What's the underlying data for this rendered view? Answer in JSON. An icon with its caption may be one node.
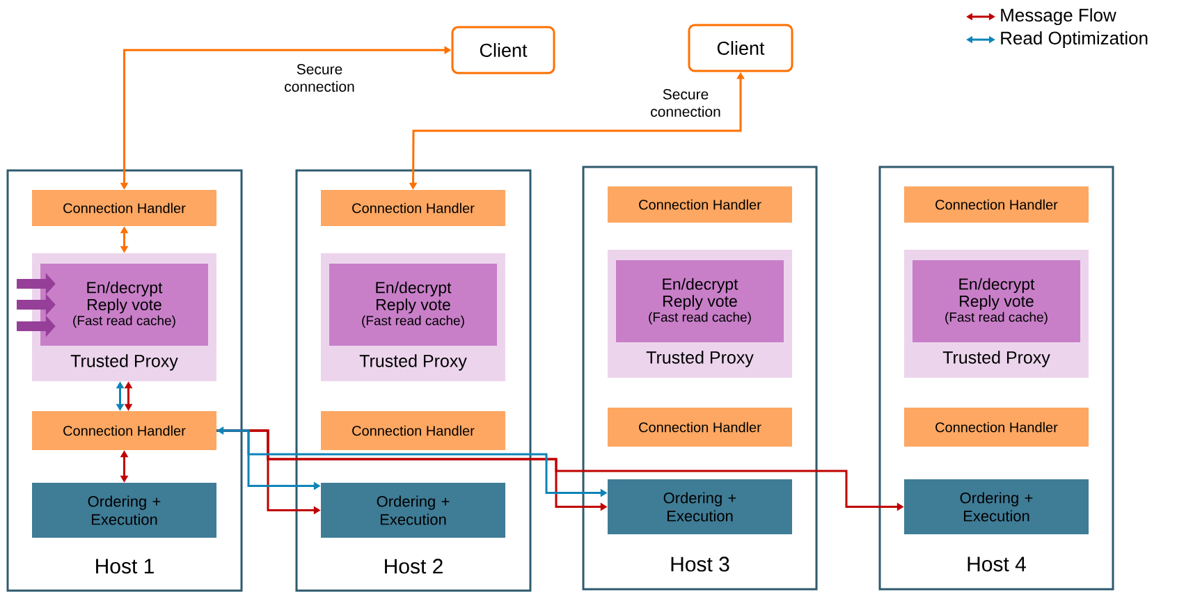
{
  "diagram": {
    "nodes": [
      {
        "text": [
          "Client"
        ]
      },
      {
        "text": [
          "Client"
        ]
      },
      {
        "text": [
          "Host 1"
        ]
      },
      {
        "text": [
          "Connection Handler"
        ],
        "in": 2
      },
      {
        "text": [
          "Trusted Proxy"
        ],
        "in": 2
      },
      {
        "text": [
          "En/decrypt",
          "Reply vote",
          "(Fast read cache)"
        ],
        "in": 4
      },
      {
        "text": [
          "Connection Handler"
        ],
        "in": 2
      },
      {
        "text": [
          "Ordering + Execution"
        ],
        "in": 2
      },
      {
        "text": [
          "Host 2"
        ]
      },
      {
        "text": [
          "Connection Handler"
        ],
        "in": 8
      },
      {
        "text": [
          "Trusted Proxy"
        ],
        "in": 8
      },
      {
        "text": [
          "En/decrypt",
          "Reply vote",
          "(Fast read cache)"
        ],
        "in": 10
      },
      {
        "text": [
          "Connection Handler"
        ],
        "in": 8
      },
      {
        "text": [
          "Ordering + Execution"
        ],
        "in": 8
      },
      {
        "text": [
          "Host 3"
        ]
      },
      {
        "text": [
          "Connection Handler"
        ],
        "in": 14
      },
      {
        "text": [
          "Trusted Proxy"
        ],
        "in": 14
      },
      {
        "text": [
          "En/decrypt",
          "Reply vote",
          "(Fast read cache)"
        ],
        "in": 16
      },
      {
        "text": [
          "Connection Handler"
        ],
        "in": 14
      },
      {
        "text": [
          "Ordering + Execution"
        ],
        "in": 14
      },
      {
        "text": [
          "Host 4"
        ]
      },
      {
        "text": [
          "Connection Handler"
        ],
        "in": 20
      },
      {
        "text": [
          "Trusted Proxy"
        ],
        "in": 20
      },
      {
        "text": [
          "En/decrypt",
          "Reply vote",
          "(Fast read cache)"
        ],
        "in": 22
      },
      {
        "text": [
          "Connection Handler"
        ],
        "in": 20
      },
      {
        "text": [
          "Ordering + Execution"
        ],
        "in": 20
      }
    ],
    "edges": [
      {
        "from": 3,
        "to": 0,
        "arrow": "both",
        "label": "Secure connection",
        "color": "#ff7000"
      },
      {
        "from": 9,
        "to": 1,
        "arrow": "both",
        "label": "Secure connection",
        "color": "#ff7000"
      },
      {
        "from": 3,
        "to": 4,
        "arrow": "both",
        "color": "#ff7000"
      },
      {
        "from": 4,
        "to": 6,
        "arrow": "both",
        "color": "#c00000"
      },
      {
        "from": 4,
        "to": 6,
        "arrow": "both",
        "color": "#0e84b8"
      },
      {
        "from": 6,
        "to": 7,
        "arrow": "both",
        "color": "#c00000"
      },
      {
        "from": 6,
        "to": 13,
        "arrow": "to",
        "color": "#c00000"
      },
      {
        "from": 6,
        "to": 19,
        "arrow": "to",
        "color": "#c00000"
      },
      {
        "from": 6,
        "to": 25,
        "arrow": "to",
        "color": "#c00000"
      },
      {
        "from": 6,
        "to": 13,
        "arrow": "both",
        "color": "#0e84b8"
      },
      {
        "from": 6,
        "to": 19,
        "arrow": "to",
        "color": "#0e84b8"
      },
      {
        "from": null,
        "to": 5,
        "arrow": "to",
        "style": "thick",
        "color": "#953f98"
      },
      {
        "from": null,
        "to": 5,
        "arrow": "to",
        "style": "thick",
        "color": "#953f98"
      },
      {
        "from": null,
        "to": 5,
        "arrow": "to",
        "style": "thick",
        "color": "#953f98"
      }
    ],
    "legend": [
      {
        "text": "Message Flow"
      },
      {
        "text": "Read Optimization"
      }
    ]
  }
}
